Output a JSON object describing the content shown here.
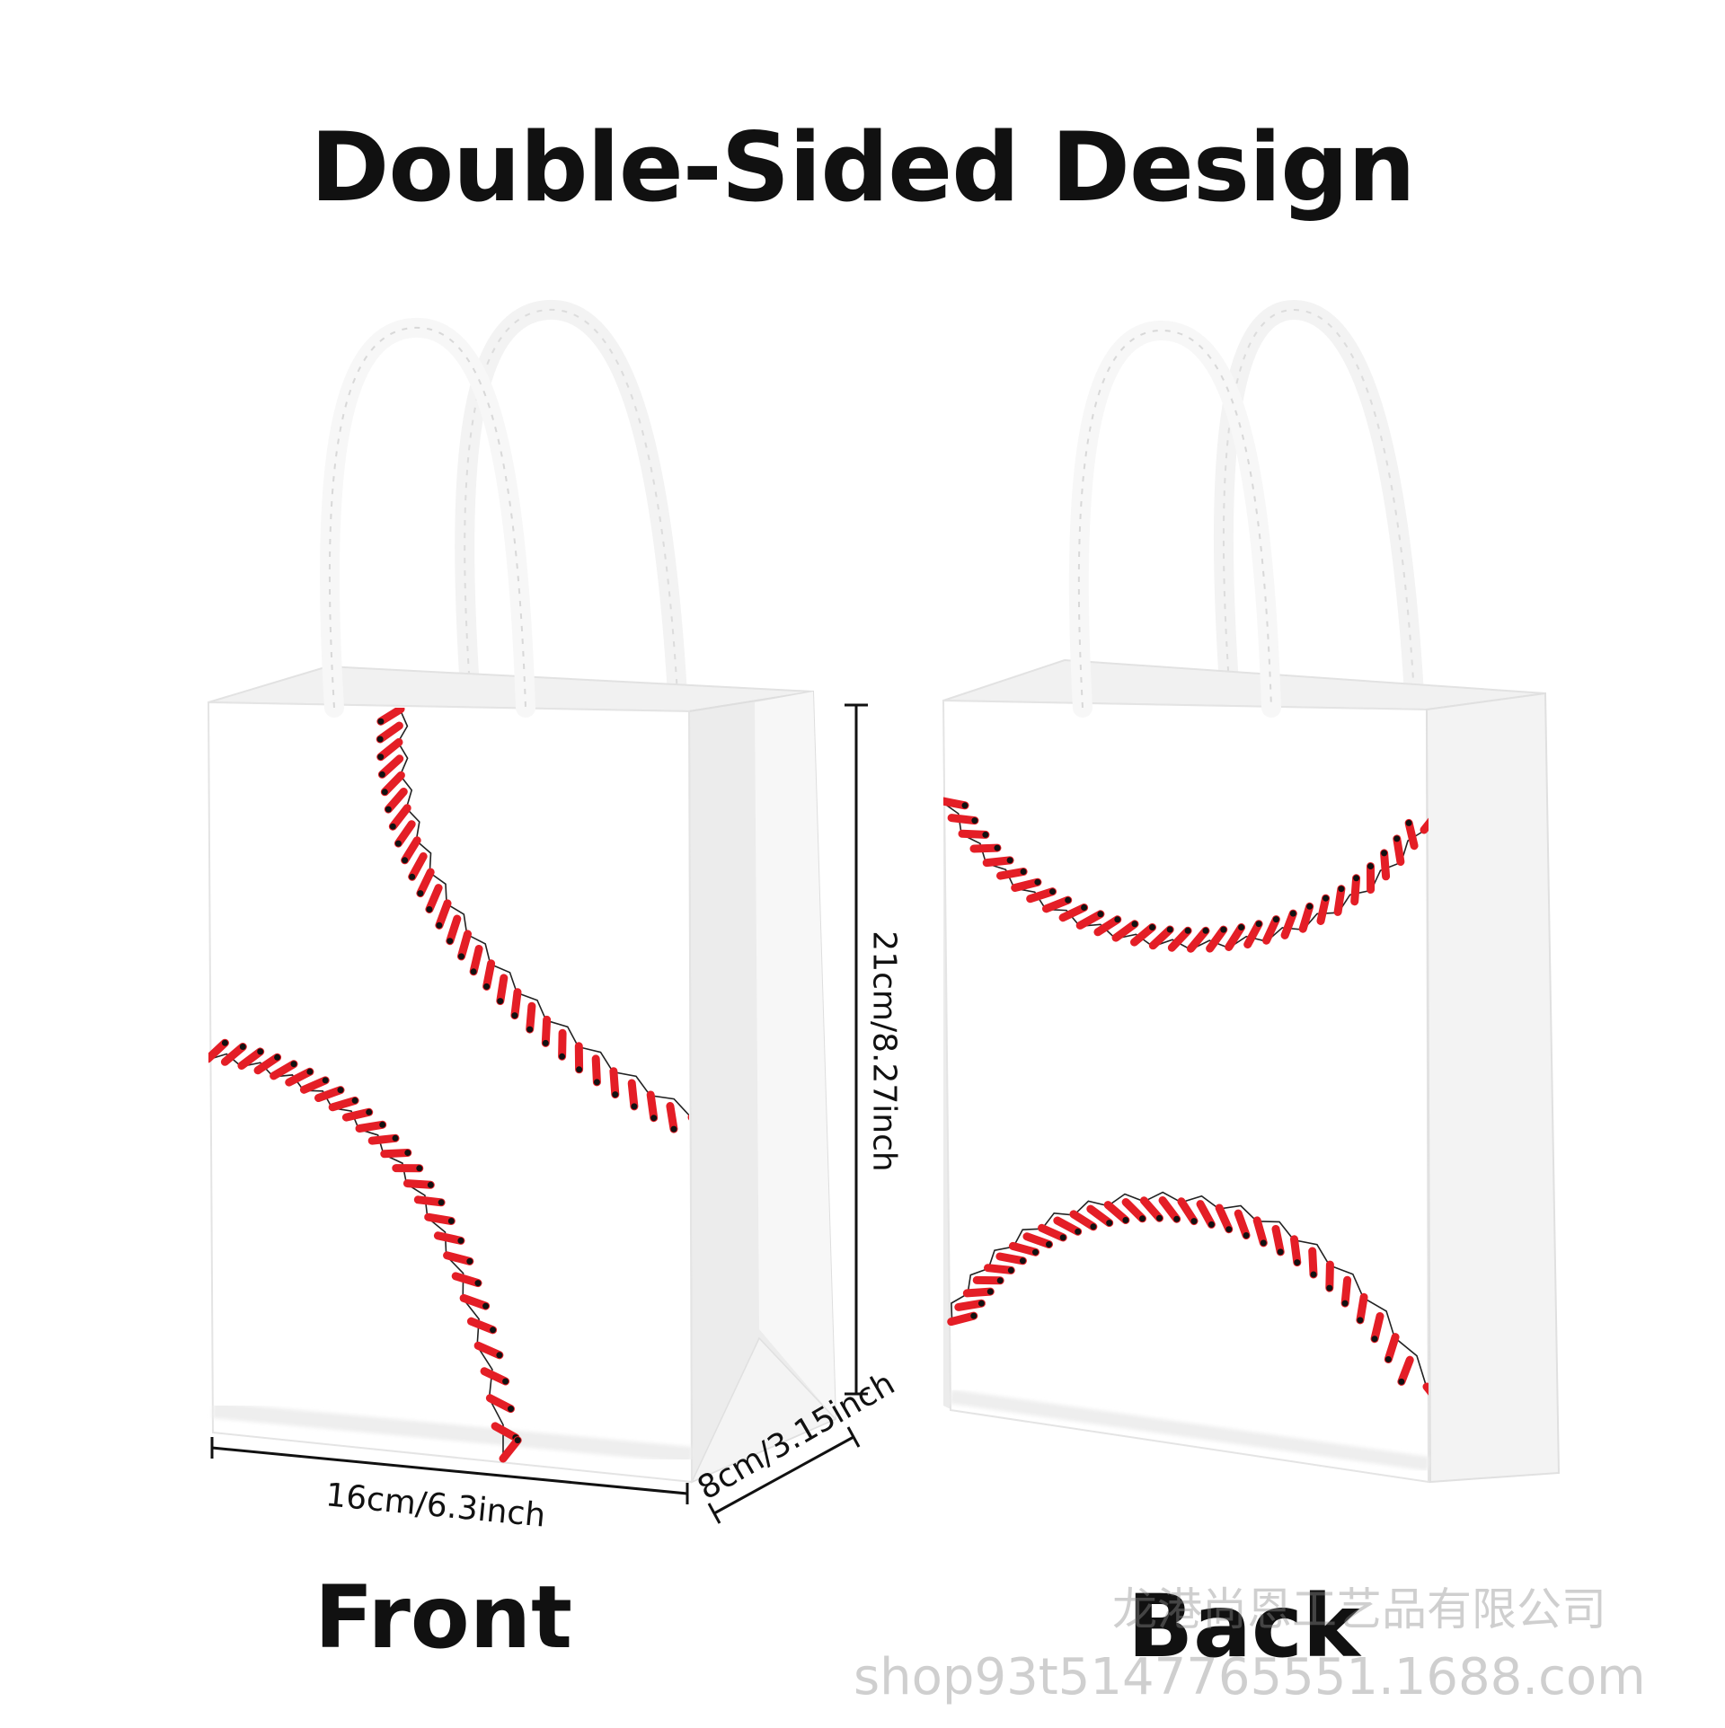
{
  "title": "Double-Sided Design",
  "front_label": "Front",
  "back_label": "Back",
  "dimensions": {
    "width": "16cm/6.3inch",
    "depth": "8cm/3.15inch",
    "height": "21cm/8.27inch"
  },
  "watermark": {
    "company": "龙港尚恩工艺品有限公司",
    "shop": "shop93t5147765551.1688.com"
  },
  "colors": {
    "stitch_red": "#e41e26",
    "bag_white": "#ffffff",
    "text": "#111111"
  }
}
